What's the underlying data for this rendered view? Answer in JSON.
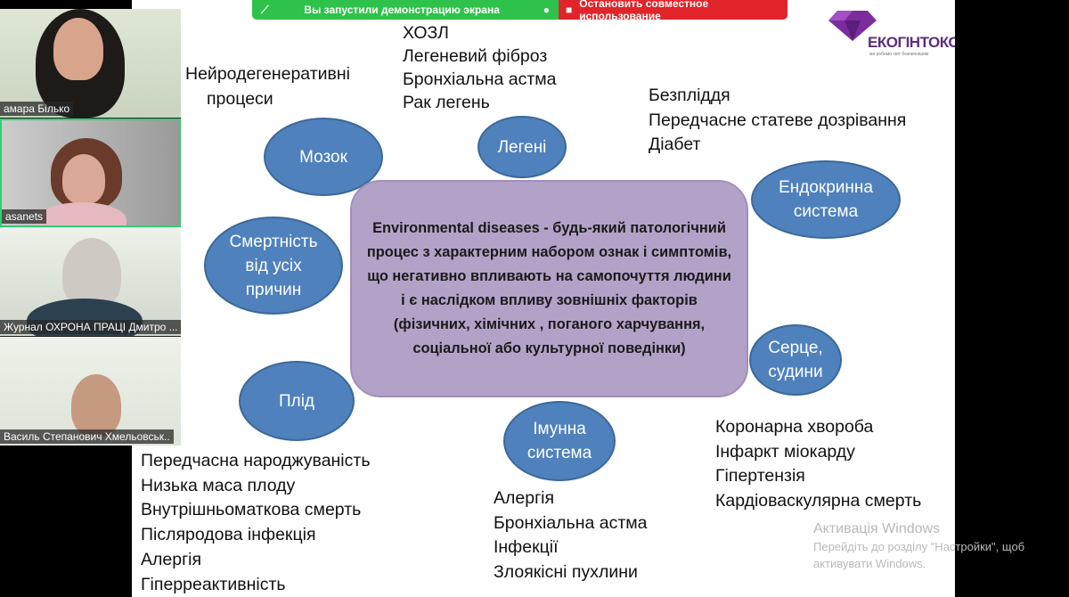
{
  "screen_share_bar": {
    "status": "Вы запустили демонстрацию экрана",
    "stop_button": "Остановить совместное использование",
    "colors": {
      "active": "#2fc24a",
      "stop": "#e0242a"
    }
  },
  "logo": {
    "name": "ЕКОГІНТОКС",
    "tagline": "ми робимо світ безпечнішим"
  },
  "slide": {
    "center_text": "Environmental  diseases - будь-який патологічний процес з характерним набором ознак і симптомів, що негативно впливають на самопочуття людини і є наслідком впливу зовнішніх факторів (фізичних, хімічних , поганого харчування, соціальної або культурної поведінки)",
    "nodes": {
      "brain": "Мозок",
      "lungs": "Легені",
      "endocrine": "Ендокринна\nсистема",
      "mortality": "Смертність\nвід усіх\nпричин",
      "heart": "Серце,\nсудини",
      "fetus": "Плід",
      "immune": "Імунна\nсистема"
    },
    "lists": {
      "brain": [
        "Нейродегенеративні",
        "процеси"
      ],
      "lungs": [
        "ХОЗЛ",
        "Легеневий фіброз",
        "Бронхіальна астма",
        "Рак легень"
      ],
      "endocrine": [
        "Безпліддя",
        "Передчасне статеве дозрівання",
        "Діабет"
      ],
      "heart": [
        "Коронарна хвороба",
        "Інфаркт міокарду",
        "Гіпертензія",
        "Кардіоваскулярна смерть"
      ],
      "fetus": [
        "Передчасна народжуваність",
        "Низька маса плоду",
        "Внутрішньоматкова смерть",
        "Післяродова інфекція",
        "Алергія",
        "Гіперреактивність"
      ],
      "immune": [
        "Алергія",
        "Бронхіальна астма",
        "Інфекції",
        "Злоякісні пухлини"
      ]
    },
    "colors": {
      "node": "#4f81bd",
      "center": "#b3a2c7"
    }
  },
  "watermark": {
    "title": "Активація Windows",
    "line1": "Перейдіть до розділу \"Настройки\", щоб",
    "line2": "активувати Windows."
  },
  "participants": [
    {
      "name": "амара Білько"
    },
    {
      "name": "asanets"
    },
    {
      "name": "Журнал ОХРОНА ПРАЦІ Дмитро ..."
    },
    {
      "name": "Василь Степанович Хмельовськ.."
    }
  ]
}
